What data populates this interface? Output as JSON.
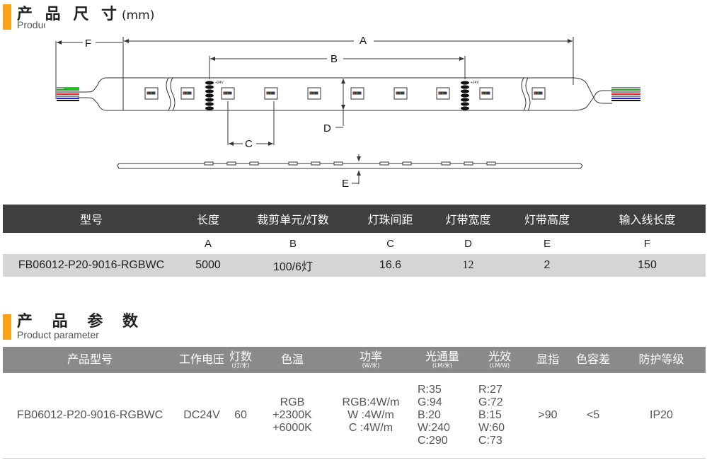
{
  "section1": {
    "title": "产 品 尺 寸",
    "unit": "(mm)",
    "subtitle": "Product size"
  },
  "diagram": {
    "labels": {
      "a": "A",
      "b": "B",
      "c": "C",
      "d": "D",
      "e": "E",
      "f": "F"
    },
    "voltage_marks": [
      "+24V",
      "+24V"
    ]
  },
  "dims_table": {
    "headers": [
      "型号",
      "长度",
      "裁剪单元/灯数",
      "灯珠间距",
      "灯带宽度",
      "灯带高度",
      "输入线长度"
    ],
    "letters": [
      "",
      "A",
      "B",
      "C",
      "D",
      "E",
      "F"
    ],
    "values": [
      "FB06012-P20-9016-RGBWC",
      "5000",
      "100/6灯",
      "16.6",
      "12",
      "2",
      "150"
    ]
  },
  "section2": {
    "title": "产 品 参 数",
    "subtitle": "Product parameter"
  },
  "param_table": {
    "headers": [
      {
        "label": "产品型号",
        "sub": ""
      },
      {
        "label": "工作电压",
        "sub": ""
      },
      {
        "label": "灯数",
        "sub": "(灯/米)"
      },
      {
        "label": "色温",
        "sub": ""
      },
      {
        "label": "功率",
        "sub": "(W/米)"
      },
      {
        "label": "光通量",
        "sub": "(LM/米)"
      },
      {
        "label": "光效",
        "sub": "(LM/W)"
      },
      {
        "label": "显指",
        "sub": ""
      },
      {
        "label": "色容差",
        "sub": ""
      },
      {
        "label": "防护等级",
        "sub": ""
      }
    ],
    "row": {
      "model": "FB06012-P20-9016-RGBWC",
      "voltage": "DC24V",
      "leds": "60",
      "cct": [
        "RGB",
        "+2300K",
        "+6000K"
      ],
      "power": [
        "RGB:4W/m",
        "W :4W/m",
        "C :4W/m"
      ],
      "flux": [
        "R:35",
        "G:94",
        "B:20",
        "W:240",
        "C:290"
      ],
      "efficacy": [
        "R:27",
        "G:72",
        "B:15",
        "W:60",
        "C:73"
      ],
      "cri": ">90",
      "sdcm": "<5",
      "ip": "IP20"
    }
  }
}
